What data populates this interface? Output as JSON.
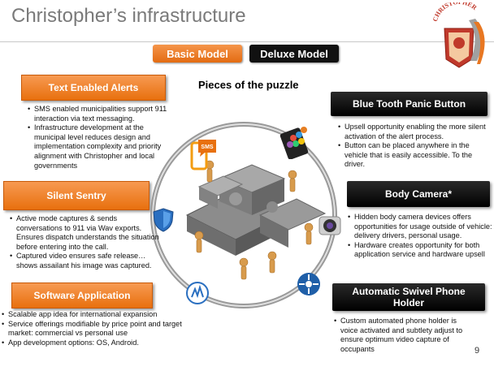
{
  "slide": {
    "title": "Christopher’s infrastructure",
    "page_number": "9",
    "logo_text": "CHRISTOPHER"
  },
  "toggles": {
    "basic_label": "Basic Model",
    "deluxe_label": "Deluxe Model"
  },
  "center": {
    "title": "Pieces of the puzzle"
  },
  "sections": {
    "text_alerts": {
      "title": "Text Enabled Alerts",
      "bullets": [
        "SMS enabled municipalities support 911 interaction via text messaging.",
        "Infrastructure development at the municipal level reduces design and implementation complexity and priority alignment with Christopher and local governments"
      ],
      "icon_label": "SMS"
    },
    "silent_sentry": {
      "title": "Silent Sentry",
      "bullets": [
        "Active mode captures & sends conversations to 911 via Wav exports. Ensures dispatch understands the situation before entering into the call.",
        "Captured video ensures safe release… shows assailant his image was captured."
      ]
    },
    "software": {
      "title": "Software Application",
      "bullets": [
        "Scalable app idea for international expansion",
        "Service offerings modifiable by price point and target market: commercial vs personal use",
        "App development options: OS, Android."
      ]
    },
    "bluetooth": {
      "title": "Blue Tooth Panic Button",
      "bullets": [
        "Upsell opportunity enabling the more silent activation of the alert process.",
        "Button can be placed anywhere in the vehicle that is easily accessible. To the driver."
      ]
    },
    "body_camera": {
      "title": "Body Camera*",
      "bullets": [
        "Hidden body camera devices offers opportunities for usage outside of vehicle: delivery drivers, personal usage.",
        "Hardware creates opportunity for both application service and hardware upsell"
      ]
    },
    "swivel": {
      "title": "Automatic Swivel Phone Holder",
      "bullets": [
        "Custom automated phone holder is voice activated and subtlety adjust to ensure optimum video capture of occupants"
      ]
    }
  },
  "colors": {
    "orange": "#e8700e",
    "black": "#000000",
    "title_gray": "#7a7a7a"
  }
}
